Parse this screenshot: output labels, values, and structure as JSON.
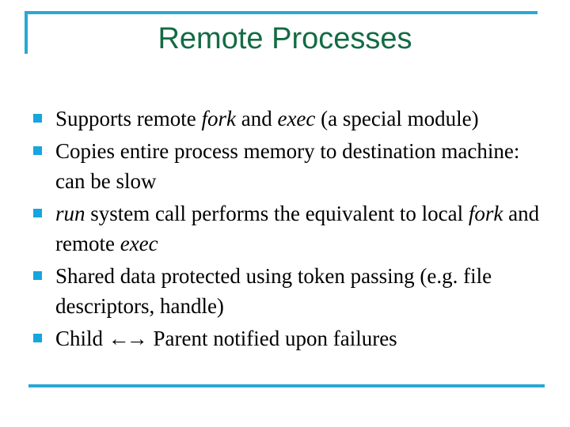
{
  "slide": {
    "title": "Remote Processes",
    "accent_color": "#29a8d2",
    "bullet_color": "#16a6dd",
    "title_color": "#136b43",
    "text_color": "#000000",
    "background_color": "#ffffff",
    "bullet_glyph": "square-bullet",
    "bullets": [
      {
        "plain": "Supports remote fork and exec (a special module)",
        "parts": [
          {
            "text": "Supports remote ",
            "style": "normal"
          },
          {
            "text": "fork",
            "style": "italic"
          },
          {
            "text": " and ",
            "style": "normal"
          },
          {
            "text": "exec",
            "style": "italic"
          },
          {
            "text": " (a special module)",
            "style": "normal"
          }
        ]
      },
      {
        "plain": "Copies entire process memory to destination machine: can be slow",
        "parts": [
          {
            "text": "Copies entire process memory to destination machine: can be slow",
            "style": "normal"
          }
        ]
      },
      {
        "plain": "run system call performs the equivalent to local fork and remote exec",
        "parts": [
          {
            "text": "run",
            "style": "italic"
          },
          {
            "text": " system call performs the equivalent to local ",
            "style": "normal"
          },
          {
            "text": "fork",
            "style": "italic"
          },
          {
            "text": " and remote ",
            "style": "normal"
          },
          {
            "text": "exec",
            "style": "italic"
          }
        ]
      },
      {
        "plain": "Shared data protected using token passing (e.g. file descriptors, handle)",
        "parts": [
          {
            "text": "Shared data protected using token passing (e.g. file descriptors, handle)",
            "style": "normal"
          }
        ]
      },
      {
        "plain": "Child ←→ Parent notified upon failures",
        "parts": [
          {
            "text": "Child ",
            "style": "normal"
          },
          {
            "text": "←→",
            "style": "arrow"
          },
          {
            "text": " Parent notified upon failures",
            "style": "normal"
          }
        ]
      }
    ]
  }
}
